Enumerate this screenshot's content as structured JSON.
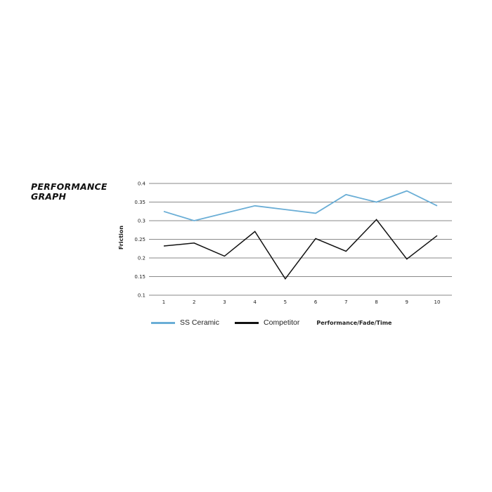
{
  "heading": {
    "line1": "PERFORMANCE",
    "line2": "GRAPH"
  },
  "chart_data": {
    "type": "line",
    "x": [
      1,
      2,
      3,
      4,
      5,
      6,
      7,
      8,
      9,
      10
    ],
    "xlabel": "Performance/Fade/Time",
    "ylabel": "Friction",
    "ylim": [
      0.1,
      0.4
    ],
    "yticks": [
      "0.1",
      "0.15",
      "0.2",
      "0.25",
      "0.3",
      "0.35",
      "0.4"
    ],
    "grid": true,
    "legend_position": "bottom",
    "series": [
      {
        "name": "SS Ceramic",
        "color": "#6aaed6",
        "values": [
          0.325,
          0.3,
          0.32,
          0.34,
          0.33,
          0.32,
          0.37,
          0.35,
          0.38,
          0.34
        ]
      },
      {
        "name": "Competitor",
        "color": "#111111",
        "values": [
          0.232,
          0.24,
          0.205,
          0.271,
          0.144,
          0.252,
          0.218,
          0.303,
          0.197,
          0.26
        ]
      }
    ]
  }
}
